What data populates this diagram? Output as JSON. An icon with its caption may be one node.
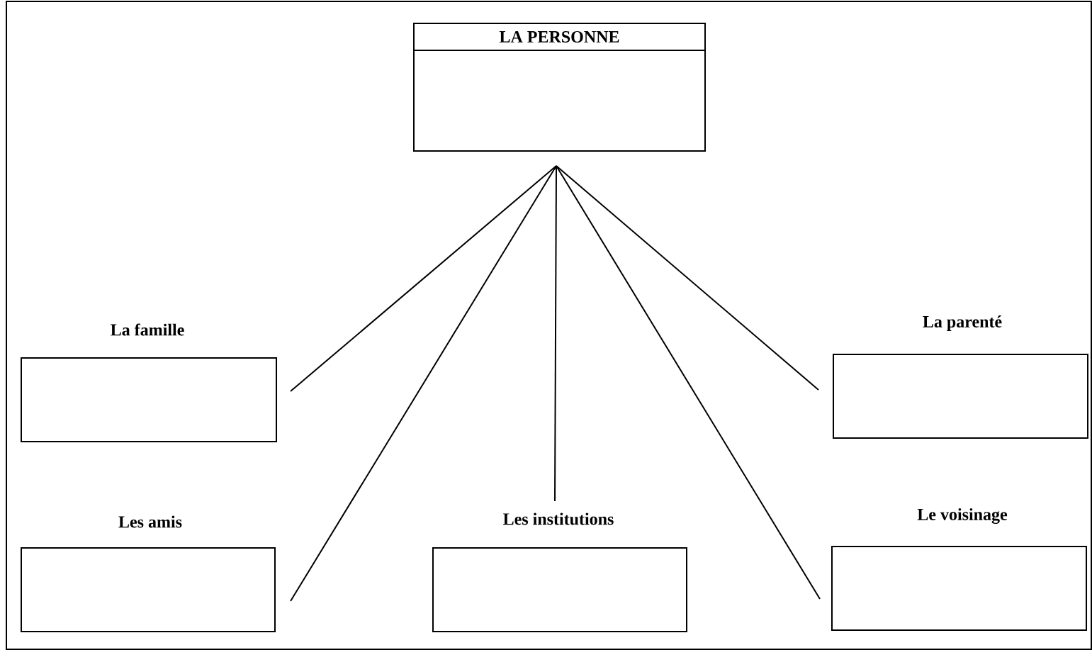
{
  "diagram": {
    "nodes": [
      {
        "text": [
          "LA PERSONNE"
        ]
      },
      {
        "text": [
          "La famille"
        ]
      },
      {
        "text": [
          "La parenté"
        ]
      },
      {
        "text": [
          "Les amis"
        ]
      },
      {
        "text": [
          "Les institutions"
        ]
      },
      {
        "text": [
          "Le voisinage"
        ]
      }
    ],
    "edges": [
      {
        "from": 0,
        "to": 1,
        "arrow": "none"
      },
      {
        "from": 0,
        "to": 3,
        "arrow": "none"
      },
      {
        "from": 0,
        "to": 4,
        "arrow": "none"
      },
      {
        "from": 0,
        "to": 5,
        "arrow": "none"
      },
      {
        "from": 0,
        "to": 2,
        "arrow": "none"
      }
    ]
  }
}
